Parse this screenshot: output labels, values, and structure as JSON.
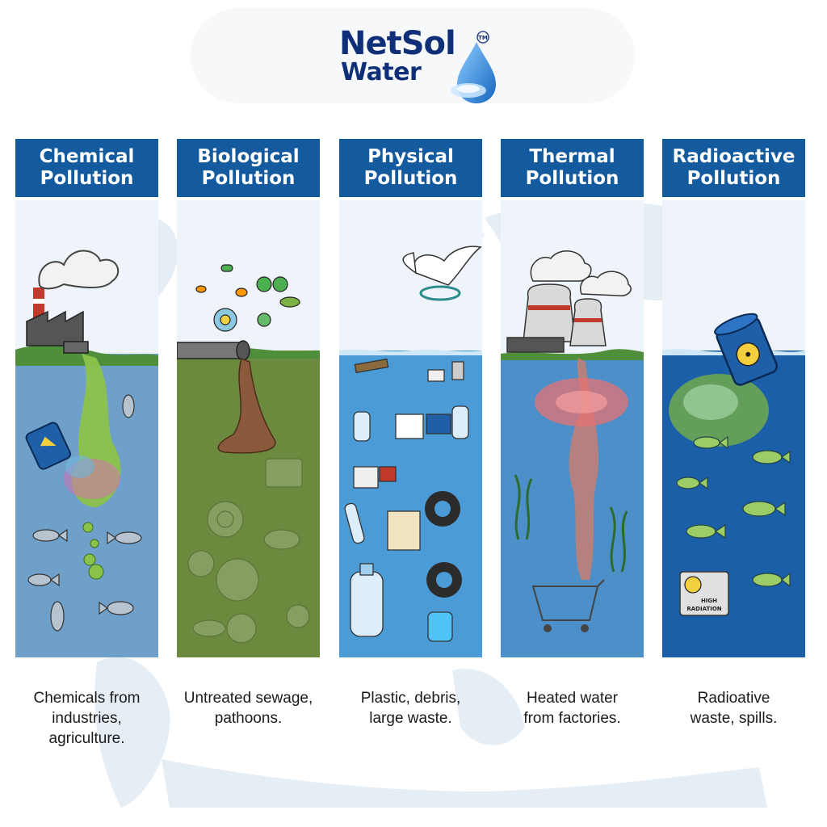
{
  "brand": {
    "line1": "NetSol",
    "line2": "Water",
    "mark": "TM",
    "logo_icon": "water-drop-icon"
  },
  "panels": [
    {
      "title": [
        "Chemical",
        "Pollution"
      ],
      "caption": [
        "Chemicals from",
        "industries,",
        "agriculture."
      ],
      "theme": "#6ea0c9",
      "icons": [
        "factory-icon",
        "chemical-barrel-icon",
        "fish-icon"
      ]
    },
    {
      "title": [
        "Biological",
        "Pollution"
      ],
      "caption": [
        "Untreated sewage,",
        "pathoons."
      ],
      "theme": "#6c8a3e",
      "icons": [
        "sewage-pipe-icon",
        "microbe-icon"
      ]
    },
    {
      "title": [
        "Physical",
        "Pollution"
      ],
      "caption": [
        "Plastic, debris,",
        "large waste."
      ],
      "theme": "#4b9cd6",
      "icons": [
        "seagull-icon",
        "plastic-bottle-icon",
        "tire-icon"
      ]
    },
    {
      "title": [
        "Thermal",
        "Pollution"
      ],
      "caption": [
        "Heated water",
        "from factories."
      ],
      "theme": "#4d8fc9",
      "icons": [
        "cooling-tower-icon",
        "seaweed-icon",
        "shopping-cart-icon"
      ]
    },
    {
      "title": [
        "Radioactive",
        "Pollution"
      ],
      "caption": [
        "Radioative",
        "waste, spills."
      ],
      "theme": "#1b5fa8",
      "icons": [
        "radioactive-barrel-icon",
        "fish-icon"
      ],
      "sign_text": [
        "HIGH",
        "RADIATION"
      ]
    }
  ]
}
